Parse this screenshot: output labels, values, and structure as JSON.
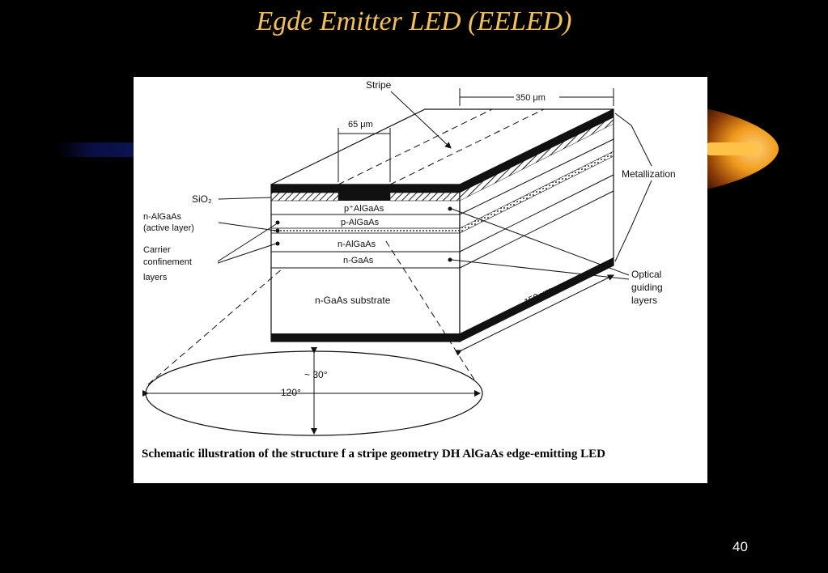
{
  "slide": {
    "title": "Egde Emitter LED (EELED)",
    "page_number": "40",
    "caption": "Schematic illustration of the structure f a stripe geometry DH AlGaAs edge-emitting LED"
  },
  "diagram": {
    "labels": {
      "stripe": "Stripe",
      "width_350": "350 μm",
      "width_65": "65 μm",
      "metallization": "Metallization",
      "sio2": "SiO₂",
      "active_layer_1": "n-AlGaAs",
      "active_layer_2": "(active layer)",
      "carrier_1": "Carrier",
      "carrier_2": "confinement",
      "carrier_3": "layers",
      "layer_p_plus": "p⁺AlGaAs",
      "layer_p": "p-AlGaAs",
      "layer_n": "n-AlGaAs",
      "layer_n_gaas": "n-GaAs",
      "substrate": "n-GaAs substrate",
      "length_150": "150 μm",
      "optical_1": "Optical",
      "optical_2": "guiding",
      "optical_3": "layers",
      "angle_30": "~ 30°",
      "angle_120": "– 120°"
    }
  },
  "colors": {
    "title": "#f2c15a",
    "background": "#000000",
    "figure_bg": "#ffffff"
  }
}
